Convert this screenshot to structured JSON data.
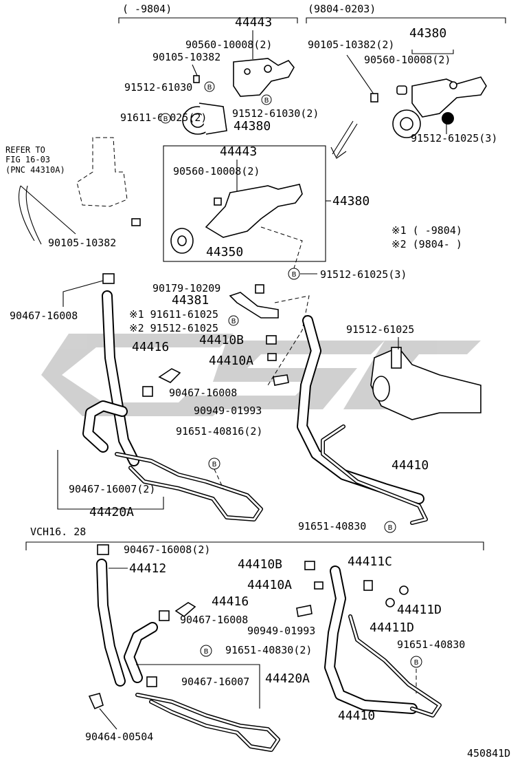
{
  "brand_color": "#cccccc",
  "header": {
    "left_range": "(      -9804)",
    "right_range": "(9804-0203)"
  },
  "refer": {
    "line1": "REFER TO",
    "line2": "FIG 16-03",
    "line3": "(PNC 44310A)"
  },
  "notes": {
    "n1": "※1 (      -9804)",
    "n2": "※2 (9804-      )"
  },
  "circle_mark": "B",
  "upper": {
    "l_44443": "44443",
    "l_90560a": "90560-10008(2)",
    "l_90105a": "90105-10382",
    "l_91512a": "91512-61030",
    "l_91611": "91611-61025(2)",
    "l_91512b": "91512-61030(2)",
    "l_44380a": "44380",
    "l_44380r": "44380",
    "l_90105r": "90105-10382(2)",
    "l_90560r": "90560-10008(2)",
    "l_91512r": "91512-61025(3)",
    "l_44443b": "44443",
    "l_90560b": "90560-10008(2)",
    "l_44380b": "44380",
    "l_44350": "44350",
    "l_90105b": "90105-10382",
    "l_91512c": "91512-61025(3)",
    "l_90467a": "90467-16008",
    "l_90179": "90179-10209",
    "l_44381": "44381",
    "l_91611b": "※1 91611-61025",
    "l_91512d": "※2 91512-61025",
    "l_44410B": "44410B",
    "l_44410A": "44410A",
    "l_44416": "44416",
    "l_91512e": "91512-61025",
    "l_90467b": "90467-16008",
    "l_90949": "90949-01993",
    "l_91651a": "91651-40816(2)",
    "l_44410": "44410",
    "l_90467c": "90467-16007(2)",
    "l_44420A": "44420A",
    "l_91651b": "91651-40830"
  },
  "lower": {
    "section": "VCH16. 28",
    "l_90467d": "90467-16008(2)",
    "l_44412": "44412",
    "l_44410B": "44410B",
    "l_44410A": "44410A",
    "l_44411C": "44411C",
    "l_44416": "44416",
    "l_90467e": "90467-16008",
    "l_90949": "90949-01993",
    "l_44411Da": "44411D",
    "l_44411Db": "44411D",
    "l_91651c": "91651-40830(2)",
    "l_91651d": "91651-40830",
    "l_90467f": "90467-16007",
    "l_44420A": "44420A",
    "l_90464": "90464-00504",
    "l_44410": "44410"
  },
  "footer": {
    "code": "450841D"
  }
}
